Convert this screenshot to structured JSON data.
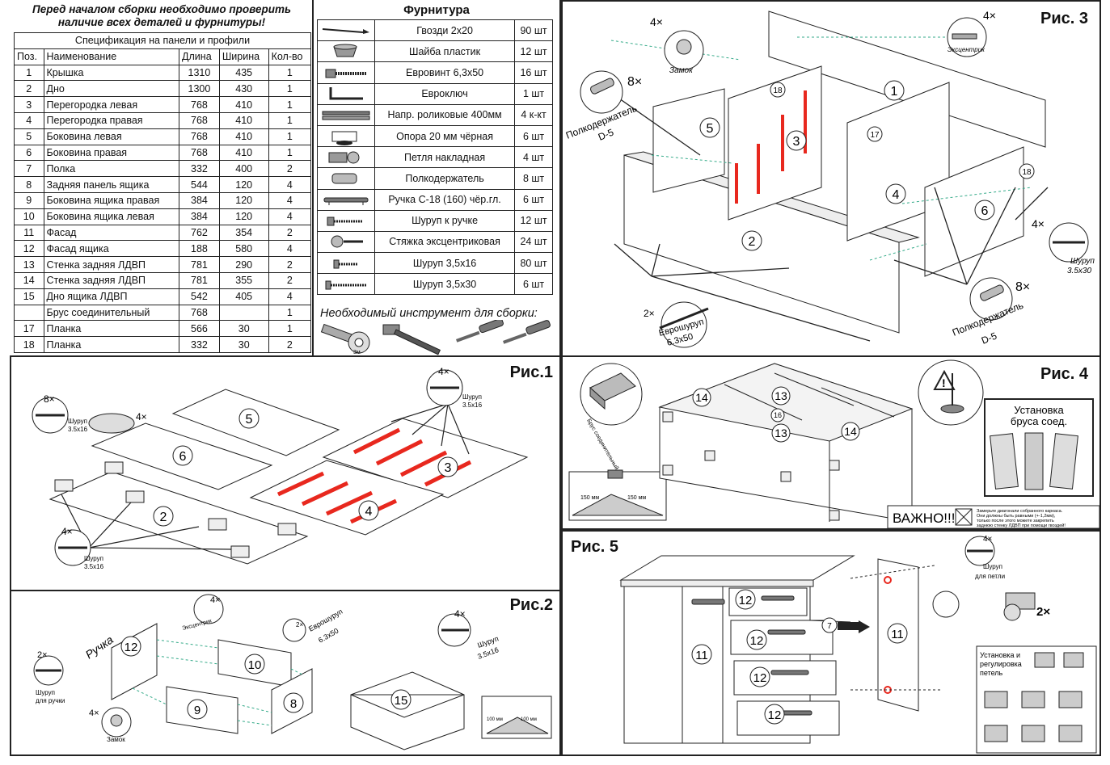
{
  "header": {
    "warning_line1": "Перед началом сборки необходимо проверить",
    "warning_line2": "наличие всех деталей и фурнитуры!"
  },
  "spec_table": {
    "title": "Спецификация на панели и профили",
    "columns": [
      "Поз.",
      "Наименование",
      "Длина",
      "Ширина",
      "Кол-во"
    ],
    "rows": [
      [
        "1",
        "Крышка",
        "1310",
        "435",
        "1"
      ],
      [
        "2",
        "Дно",
        "1300",
        "430",
        "1"
      ],
      [
        "3",
        "Перегородка левая",
        "768",
        "410",
        "1"
      ],
      [
        "4",
        "Перегородка правая",
        "768",
        "410",
        "1"
      ],
      [
        "5",
        "Боковина левая",
        "768",
        "410",
        "1"
      ],
      [
        "6",
        "Боковина правая",
        "768",
        "410",
        "1"
      ],
      [
        "7",
        "Полка",
        "332",
        "400",
        "2"
      ],
      [
        "8",
        "Задняя панель ящика",
        "544",
        "120",
        "4"
      ],
      [
        "9",
        "Боковина ящика правая",
        "384",
        "120",
        "4"
      ],
      [
        "10",
        "Боковина ящика левая",
        "384",
        "120",
        "4"
      ],
      [
        "11",
        "Фасад",
        "762",
        "354",
        "2"
      ],
      [
        "12",
        "Фасад ящика",
        "188",
        "580",
        "4"
      ],
      [
        "13",
        "Стенка задняя ЛДВП",
        "781",
        "290",
        "2"
      ],
      [
        "14",
        "Стенка задняя ЛДВП",
        "781",
        "355",
        "2"
      ],
      [
        "15",
        "Дно ящика ЛДВП",
        "542",
        "405",
        "4"
      ],
      [
        "",
        "Брус соединительный",
        "768",
        "",
        "1"
      ],
      [
        "17",
        "Планка",
        "566",
        "30",
        "1"
      ],
      [
        "18",
        "Планка",
        "332",
        "30",
        "2"
      ]
    ]
  },
  "hardware_table": {
    "title": "Фурнитура",
    "rows": [
      {
        "icon": "nail-icon",
        "name": "Гвозди 2х20",
        "qty": "90 шт"
      },
      {
        "icon": "plastic-washer-icon",
        "name": "Шайба пластик",
        "qty": "12 шт"
      },
      {
        "icon": "euro-screw-icon",
        "name": "Евровинт 6,3х50",
        "qty": "16 шт"
      },
      {
        "icon": "hex-key-icon",
        "name": "Евроключ",
        "qty": "1 шт"
      },
      {
        "icon": "roller-guide-icon",
        "name": "Напр. роликовые 400мм",
        "qty": "4 к-кт"
      },
      {
        "icon": "support-leg-icon",
        "name": "Опора 20 мм чёрная",
        "qty": "6 шт"
      },
      {
        "icon": "hinge-icon",
        "name": "Петля накладная",
        "qty": "4 шт"
      },
      {
        "icon": "shelf-holder-icon",
        "name": "Полкодержатель",
        "qty": "8 шт"
      },
      {
        "icon": "handle-icon",
        "name": "Ручка С-18 (160) чёр.гл.",
        "qty": "6 шт"
      },
      {
        "icon": "handle-screw-icon",
        "name": "Шуруп к ручке",
        "qty": "12 шт"
      },
      {
        "icon": "eccentric-icon",
        "name": "Стяжка эксцентриковая",
        "qty": "24 шт"
      },
      {
        "icon": "screw-short-icon",
        "name": "Шуруп 3,5х16",
        "qty": "80 шт"
      },
      {
        "icon": "screw-long-icon",
        "name": "Шуруп 3,5х30",
        "qty": "6 шт"
      }
    ],
    "tools_caption": "Необходимый инструмент для сборки:",
    "tape_label": "3м"
  },
  "fig3": {
    "title": "Рис. 3",
    "labels": {
      "eccentric_qty": "4×",
      "eccentric_name": "Эксцентрик",
      "lock_qty": "4×",
      "lock_name": "Замок",
      "holder_qty_left": "8×",
      "holder_name_left": "Полкодержатель",
      "holder_size_left": "D-5",
      "holder_qty_right": "8×",
      "holder_name_right": "Полкодержатель",
      "holder_size_right": "D-5",
      "screw_qty": "4×",
      "screw_name": "Шуруп",
      "screw_size": "3.5х30",
      "euro_qty": "2×",
      "euro_name": "Еврошуруп",
      "euro_size": "6.3х50"
    },
    "parts": [
      "1",
      "2",
      "3",
      "4",
      "5",
      "6",
      "17",
      "18",
      "18"
    ]
  },
  "fig1": {
    "title": "Рис.1",
    "labels": {
      "screw_qty_tl": "8×",
      "screw_name_tl": "Шуруп",
      "screw_size_tl": "3.5х16",
      "leg_qty": "4×",
      "screw_qty_tr": "4×",
      "screw_name_tr": "Шуруп",
      "screw_size_tr": "3.5х16",
      "screw_qty_bl": "4×",
      "screw_name_bl": "Шуруп",
      "screw_size_bl": "3.5х16"
    },
    "parts": [
      "5",
      "6",
      "2",
      "3",
      "4"
    ]
  },
  "fig2": {
    "title": "Рис.2",
    "labels": {
      "handle_word": "Ручка",
      "ecc_qty": "4×",
      "ecc_name": "Эксцентрик",
      "euro_qty": "2×",
      "euro_name": "Еврошуруп",
      "euro_size": "6.3х50",
      "screw_qty_r": "4×",
      "screw_name_r": "Шуруп",
      "screw_size_r": "3.5х16",
      "screw_qty_l": "2×",
      "screw_name_l": "Шуруп",
      "screw_for_l": "для ручки",
      "lock_qty": "4×",
      "lock_name": "Замок",
      "dim_left": "100 мм",
      "dim_right": "100 мм"
    },
    "parts": [
      "12",
      "10",
      "9",
      "8",
      "15"
    ]
  },
  "fig4": {
    "title": "Рис. 4",
    "beam_label": "Брус соединительный",
    "dim_left": "150 мм",
    "dim_right": "150 мм",
    "install_title_1": "Установка",
    "install_title_2": "бруса соед.",
    "important_label": "ВАЖНО!!!",
    "important_text_1": "Замерьте диагонали собранного каркаса.",
    "important_text_2": "Они должны быть равными (+-1,2мм),",
    "important_text_3": "только после этого можете закрепить",
    "important_text_4": "заднюю стенку ЛДВП при помощи гвоздей!",
    "parts": [
      "14",
      "13",
      "16",
      "13",
      "14"
    ]
  },
  "fig5": {
    "title": "Рис. 5",
    "labels": {
      "screw_qty": "4×",
      "screw_name": "Шуруп",
      "screw_for": "для петли",
      "hinge_qty": "2×",
      "hinge_box_1": "Установка и",
      "hinge_box_2": "регулировка",
      "hinge_box_3": "петель"
    },
    "parts": [
      "12",
      "12",
      "12",
      "12",
      "11",
      "11",
      "7"
    ]
  },
  "colors": {
    "accent_red": "#e8281e",
    "line": "#222222"
  }
}
